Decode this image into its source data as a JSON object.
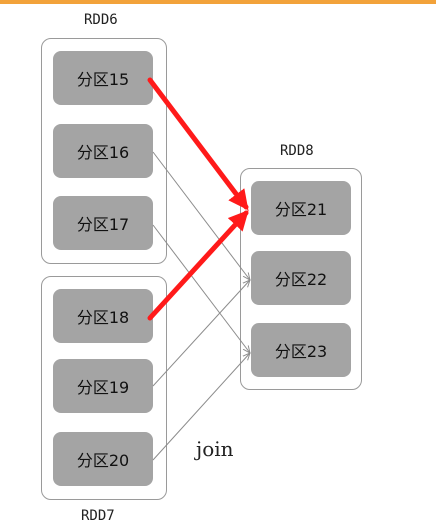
{
  "diagram": {
    "rdds": [
      {
        "id": "rdd6",
        "label": "RDD6",
        "partitions": [
          {
            "id": "p15",
            "label": "分区15"
          },
          {
            "id": "p16",
            "label": "分区16"
          },
          {
            "id": "p17",
            "label": "分区17"
          }
        ]
      },
      {
        "id": "rdd7",
        "label": "RDD7",
        "partitions": [
          {
            "id": "p18",
            "label": "分区18"
          },
          {
            "id": "p19",
            "label": "分区19"
          },
          {
            "id": "p20",
            "label": "分区20"
          }
        ]
      },
      {
        "id": "rdd8",
        "label": "RDD8",
        "partitions": [
          {
            "id": "p21",
            "label": "分区21"
          },
          {
            "id": "p22",
            "label": "分区22"
          },
          {
            "id": "p23",
            "label": "分区23"
          }
        ]
      }
    ],
    "operation": "join",
    "edges": [
      {
        "from": "p16",
        "to": "p22",
        "highlighted": false
      },
      {
        "from": "p17",
        "to": "p23",
        "highlighted": false
      },
      {
        "from": "p19",
        "to": "p22",
        "highlighted": false
      },
      {
        "from": "p20",
        "to": "p23",
        "highlighted": false
      },
      {
        "from": "p15",
        "to": "p21",
        "highlighted": true
      },
      {
        "from": "p18",
        "to": "p21",
        "highlighted": true
      }
    ],
    "colors": {
      "highlight": "#ff1a1a",
      "normal_edge": "#8c8c8c",
      "partition_fill": "#a4a4a4",
      "top_strip": "#f2a23a"
    }
  }
}
